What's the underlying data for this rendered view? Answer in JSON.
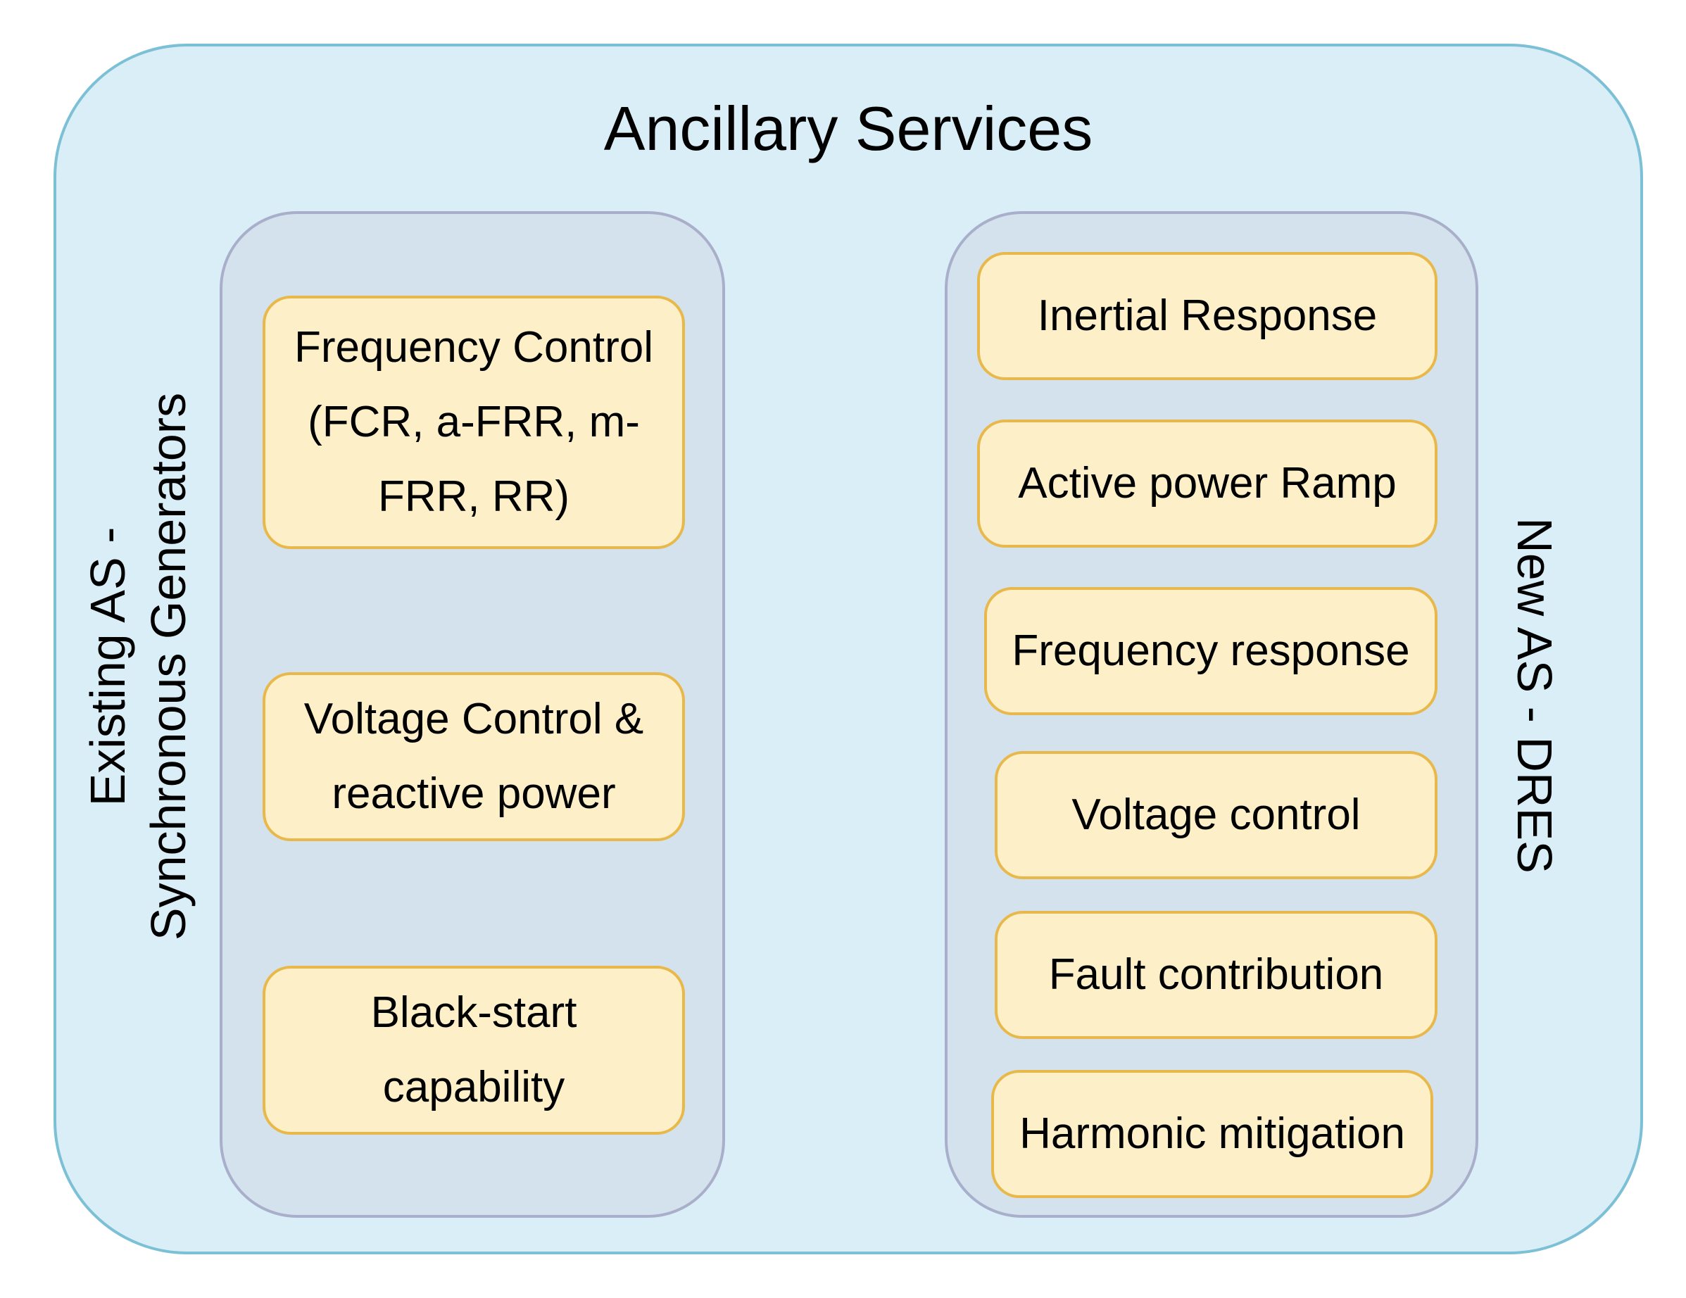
{
  "title": "Ancillary Services",
  "left_group": {
    "label_lines": [
      "Existing AS -",
      "Synchronous Generators"
    ],
    "boxes": [
      {
        "lines": [
          "Frequency Control",
          "(FCR, a-FRR, m-",
          "FRR, RR)"
        ]
      },
      {
        "lines": [
          "Voltage Control &",
          "reactive power"
        ]
      },
      {
        "lines": [
          "Black-start",
          "capability"
        ]
      }
    ]
  },
  "right_group": {
    "label": "New AS - DRES",
    "boxes": [
      {
        "lines": [
          "Inertial Response"
        ]
      },
      {
        "lines": [
          "Active power Ramp"
        ]
      },
      {
        "lines": [
          "Frequency response"
        ]
      },
      {
        "lines": [
          "Voltage control"
        ]
      },
      {
        "lines": [
          "Fault contribution"
        ]
      },
      {
        "lines": [
          "Harmonic mitigation"
        ]
      }
    ]
  },
  "colors": {
    "outer_fill": "#daeef8",
    "outer_border": "#7cc0d6",
    "group_fill": "#d4e2ee",
    "group_border": "#a9afcb",
    "box_fill": "#fdefc8",
    "box_border": "#e8b84a"
  }
}
